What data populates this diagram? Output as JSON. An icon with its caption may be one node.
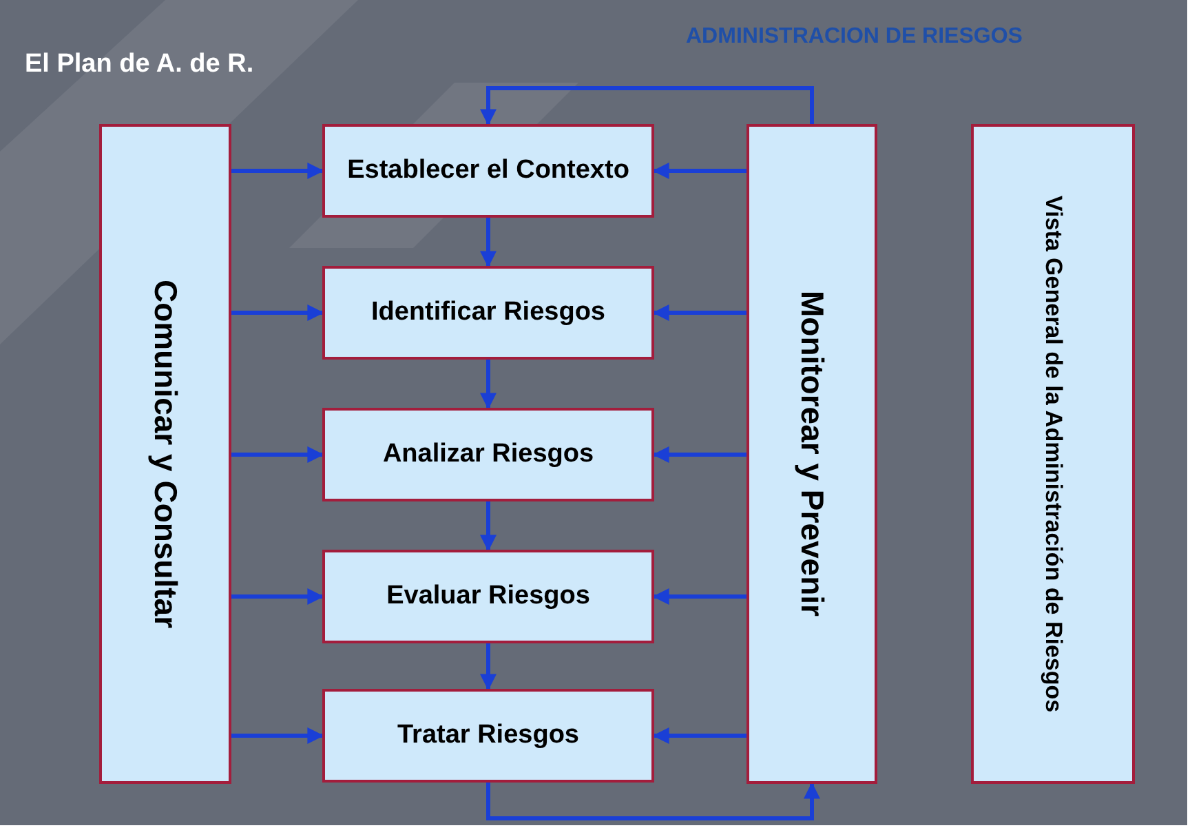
{
  "diagram": {
    "title": "El Plan de A. de R.",
    "nodes": [
      {
        "text": [
          "Comunicar y Consultar"
        ]
      },
      {
        "text": [
          "Establecer el Contexto"
        ]
      },
      {
        "text": [
          "Identificar Riesgos"
        ]
      },
      {
        "text": [
          "Analizar Riesgos"
        ]
      },
      {
        "text": [
          "Evaluar Riesgos"
        ]
      },
      {
        "text": [
          "Tratar Riesgos"
        ]
      },
      {
        "text": [
          "Monitorear y Prevenir"
        ]
      },
      {
        "text": [
          "Vista General de la Administración de Riesgos"
        ]
      }
    ],
    "edges": [
      {
        "from": 0,
        "to": 1,
        "arrow": "to"
      },
      {
        "from": 0,
        "to": 2,
        "arrow": "to"
      },
      {
        "from": 0,
        "to": 3,
        "arrow": "to"
      },
      {
        "from": 0,
        "to": 4,
        "arrow": "to"
      },
      {
        "from": 0,
        "to": 5,
        "arrow": "to"
      },
      {
        "from": 1,
        "to": 2,
        "arrow": "to"
      },
      {
        "from": 2,
        "to": 3,
        "arrow": "to"
      },
      {
        "from": 3,
        "to": 4,
        "arrow": "to"
      },
      {
        "from": 4,
        "to": 5,
        "arrow": "to"
      },
      {
        "from": 6,
        "to": 1,
        "arrow": "to"
      },
      {
        "from": 6,
        "to": 2,
        "arrow": "to"
      },
      {
        "from": 6,
        "to": 3,
        "arrow": "to"
      },
      {
        "from": 6,
        "to": 4,
        "arrow": "to"
      },
      {
        "from": 6,
        "to": 5,
        "arrow": "to"
      },
      {
        "from": 6,
        "to": 1,
        "arrow": "to"
      },
      {
        "from": 5,
        "to": 6,
        "arrow": "to"
      }
    ],
    "labels": [
      "ADMINISTRACION DE RIESGOS"
    ]
  }
}
